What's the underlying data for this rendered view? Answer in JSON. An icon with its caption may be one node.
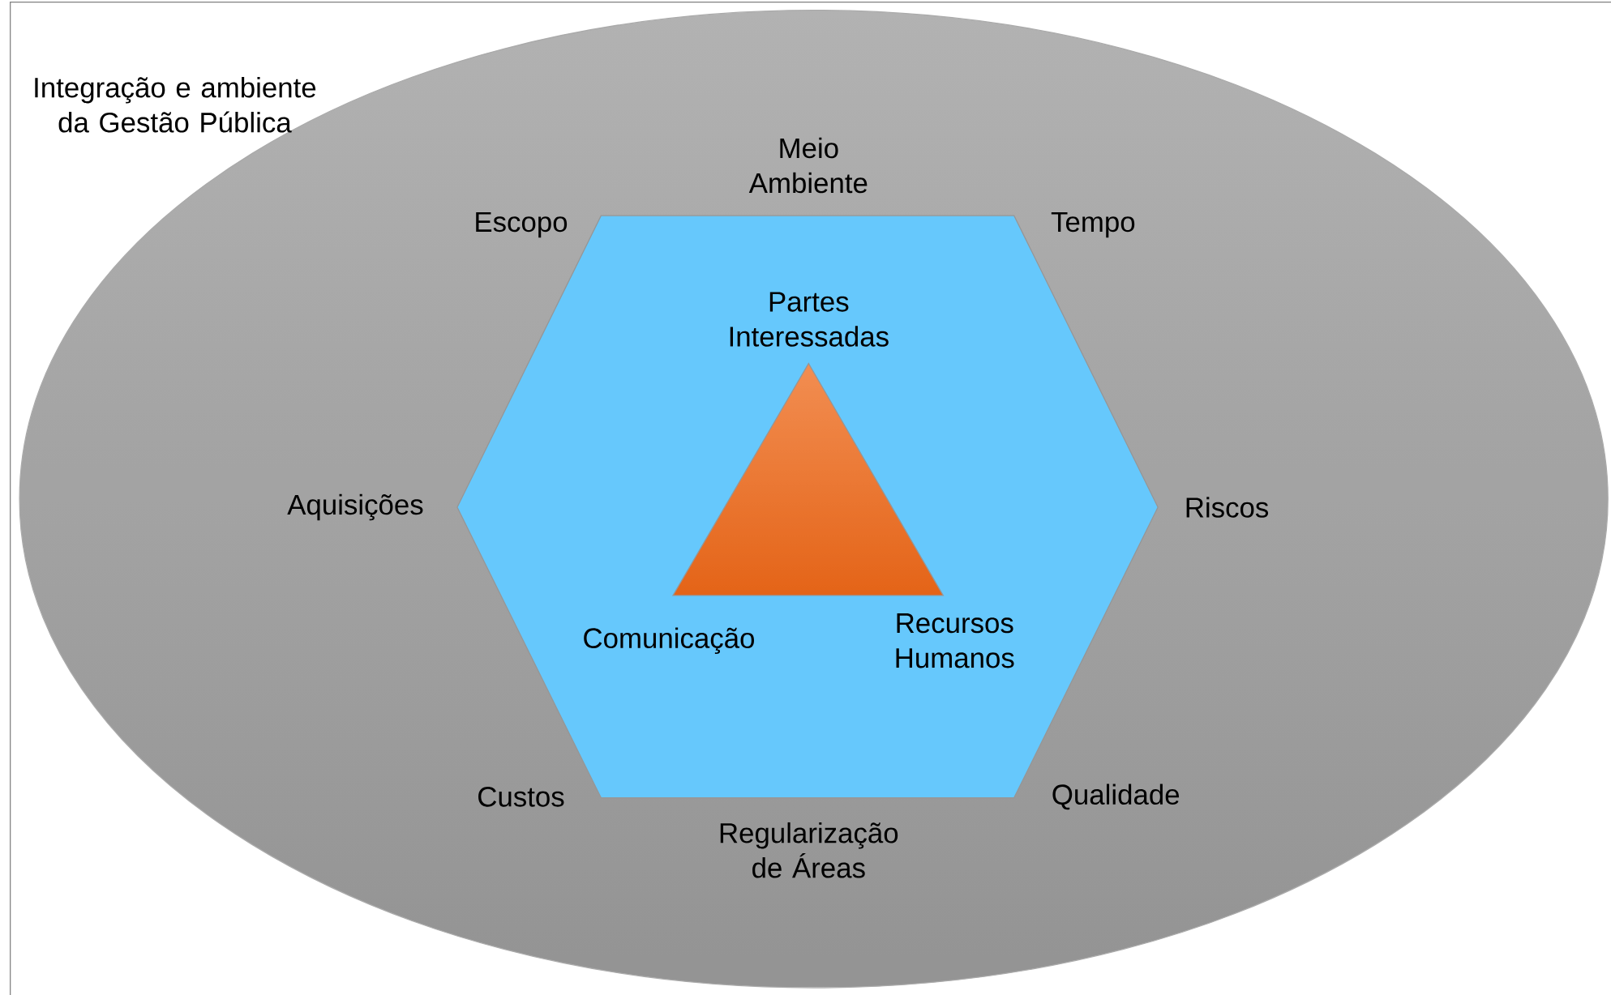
{
  "diagram": {
    "nodes": [
      {
        "text": [
          "Integração e ambiente da Gestão Pública"
        ]
      },
      {
        "text": [],
        "shape": "hexagon",
        "in": 0,
        "beside": [
          "Meio Ambiente",
          "Escopo",
          "Tempo",
          "Aquisições",
          "Riscos",
          "Custos",
          "Qualidade",
          "Regularização de Áreas"
        ]
      },
      {
        "text": [],
        "shape": "triangle",
        "in": 1,
        "beside": [
          "Partes Interessadas",
          "Comunicação",
          "Recursos Humanos"
        ]
      }
    ],
    "edges": []
  }
}
